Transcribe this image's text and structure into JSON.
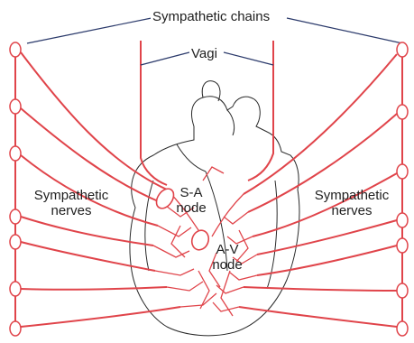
{
  "labels": {
    "sympathetic_chains": "Sympathetic chains",
    "vagi": "Vagi",
    "sympathetic_nerves_left_line1": "Sympathetic",
    "sympathetic_nerves_left_line2": "nerves",
    "sympathetic_nerves_right_line1": "Sympathetic",
    "sympathetic_nerves_right_line2": "nerves",
    "sa_node_line1": "S-A",
    "sa_node_line2": "node",
    "av_node_line1": "A-V",
    "av_node_line2": "node"
  },
  "colors": {
    "nerve": "#e0444a",
    "outline": "#2a2a2a",
    "leader": "#2b3a6b",
    "background": "#ffffff"
  }
}
